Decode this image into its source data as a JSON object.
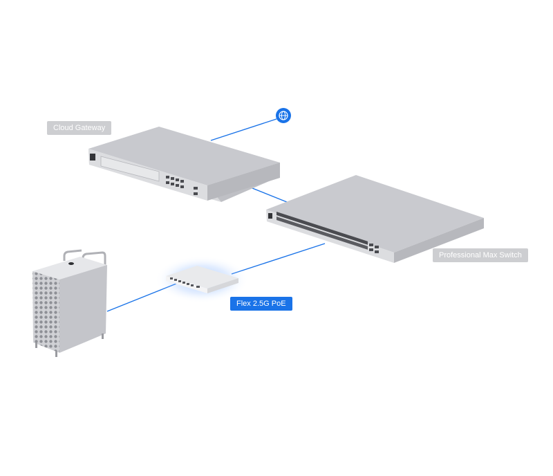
{
  "labels": {
    "cloud_gateway": "Cloud Gateway",
    "pro_max_switch": "Professional Max Switch",
    "flex_poe": "Flex 2.5G PoE"
  },
  "icons": {
    "internet": "globe-icon"
  },
  "colors": {
    "link_line": "#1a73e8",
    "label_gray": "#cdced1",
    "label_blue": "#1a73e8",
    "device_body": "#d8d9dd",
    "device_top": "#c9cacf"
  }
}
